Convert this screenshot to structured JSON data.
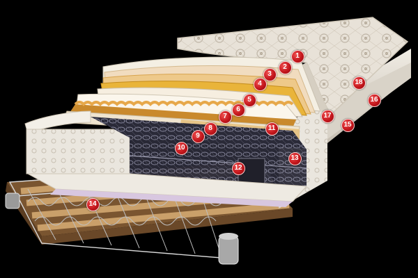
{
  "markers": [
    {
      "label": "1",
      "color": "#c4161c"
    },
    {
      "label": "2",
      "color": "#c4161c"
    },
    {
      "label": "3",
      "color": "#c4161c"
    },
    {
      "label": "4",
      "color": "#c4161c"
    },
    {
      "label": "5",
      "color": "#c4161c"
    },
    {
      "label": "6",
      "color": "#c4161c"
    },
    {
      "label": "7",
      "color": "#c4161c"
    },
    {
      "label": "8",
      "color": "#c4161c"
    },
    {
      "label": "9",
      "color": "#c4161c"
    },
    {
      "label": "10",
      "color": "#c4161c"
    },
    {
      "label": "11",
      "color": "#c4161c"
    },
    {
      "label": "12",
      "color": "#c4161c"
    },
    {
      "label": "13",
      "color": "#c4161c"
    },
    {
      "label": "14",
      "color": "#c4161c"
    },
    {
      "label": "15",
      "color": "#c4161c"
    },
    {
      "label": "16",
      "color": "#c4161c"
    },
    {
      "label": "17",
      "color": "#c4161c"
    },
    {
      "label": "18",
      "color": "#c4161c"
    }
  ],
  "colors": {
    "background": "#000000",
    "quilted_fabric": "#e6e0d6",
    "foam_yellow": "#e9b43a",
    "wood": "#b88a52",
    "marker_red": "#c4161c"
  },
  "illustration": "mattress-cutaway-layers"
}
